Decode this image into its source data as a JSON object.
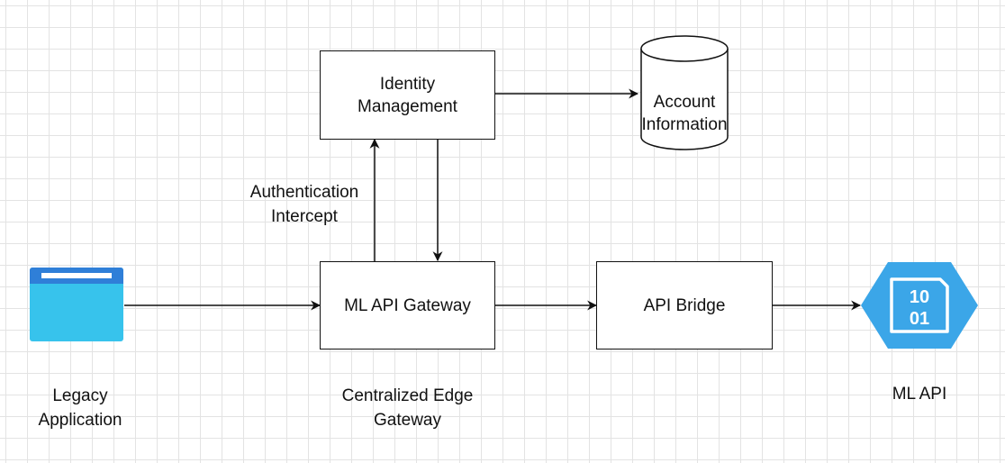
{
  "nodes": {
    "identity": {
      "line1": "Identity",
      "line2": "Management"
    },
    "account_db": {
      "line1": "Account",
      "line2": "Information"
    },
    "gateway": {
      "label": "ML API Gateway"
    },
    "bridge": {
      "label": "API Bridge"
    },
    "legacy_app": {
      "line1": "Legacy",
      "line2": "Application"
    },
    "edge_caption": {
      "line1": "Centralized Edge",
      "line2": "Gateway"
    },
    "ml_api": {
      "label": "ML API",
      "glyph_line1": "10",
      "glyph_line2": "01"
    }
  },
  "edges": {
    "auth_intercept": {
      "line1": "Authentication",
      "line2": "Intercept"
    }
  },
  "colors": {
    "line": "#111111",
    "window_bar": "#2f7fd8",
    "window_body": "#37c3ec",
    "hex_fill": "#3ba6e8",
    "grid": "#e3e3e3"
  },
  "icons": {
    "legacy_app": "browser-window-icon",
    "ml_api": "binary-file-hexagon-icon"
  }
}
